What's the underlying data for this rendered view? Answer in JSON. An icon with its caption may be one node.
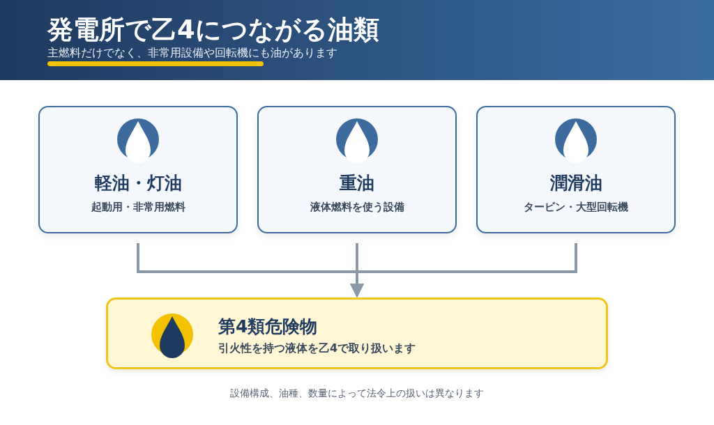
{
  "diagram": {
    "title": "発電所で乙4につながる油類",
    "nodes": [
      {
        "text": [
          "軽油・灯油",
          "起動用・非常用燃料"
        ]
      },
      {
        "text": [
          "重油",
          "液体燃料を使う設備"
        ]
      },
      {
        "text": [
          "潤滑油",
          "タービン・大型回転機"
        ]
      },
      {
        "text": [
          "第4類危険物",
          "引火性を持つ液体を乙4で取り扱います"
        ]
      }
    ],
    "edges": [
      {
        "from": 0,
        "to": 3,
        "arrow": "to"
      },
      {
        "from": 1,
        "to": 3,
        "arrow": "to"
      },
      {
        "from": 2,
        "to": 3,
        "arrow": "to"
      }
    ],
    "labels": [
      "主燃料だけでなく、非常用設備や回転機にも油があります",
      "設備構成、油種、数量によって法令上の扱いは異なります"
    ]
  }
}
